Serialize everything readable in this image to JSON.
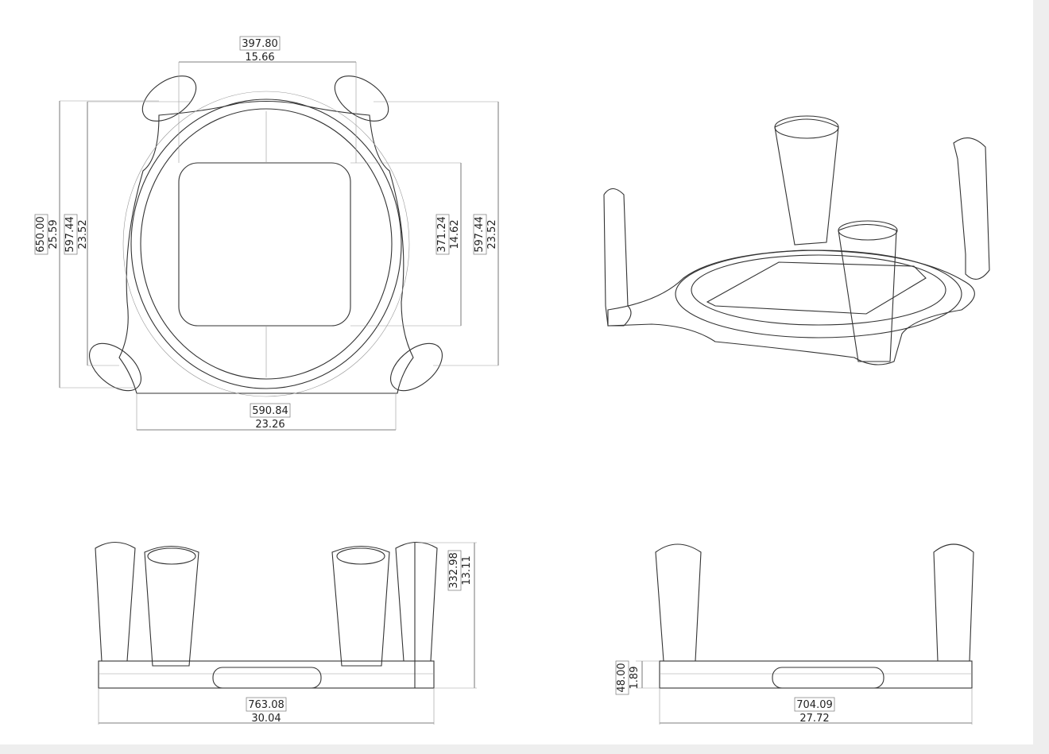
{
  "views": {
    "top": {
      "dims": [
        {
          "name": "inner-width",
          "metric": "397.80",
          "imperial": "15.66"
        },
        {
          "name": "overall-height",
          "metric": "650.00",
          "imperial": "25.59"
        },
        {
          "name": "ring-height-left",
          "metric": "597.44",
          "imperial": "23.52"
        },
        {
          "name": "opening-height",
          "metric": "371.24",
          "imperial": "14.62"
        },
        {
          "name": "ring-height-right",
          "metric": "597.44",
          "imperial": "23.52"
        },
        {
          "name": "base-width",
          "metric": "590.84",
          "imperial": "23.26"
        }
      ]
    },
    "front": {
      "dims": [
        {
          "name": "overall-width",
          "metric": "763.08",
          "imperial": "30.04"
        },
        {
          "name": "overall-height",
          "metric": "332.98",
          "imperial": "13.11"
        }
      ]
    },
    "side": {
      "dims": [
        {
          "name": "overall-width",
          "metric": "704.09",
          "imperial": "27.72"
        },
        {
          "name": "base-thickness",
          "metric": "48.00",
          "imperial": "1.89"
        }
      ]
    }
  }
}
